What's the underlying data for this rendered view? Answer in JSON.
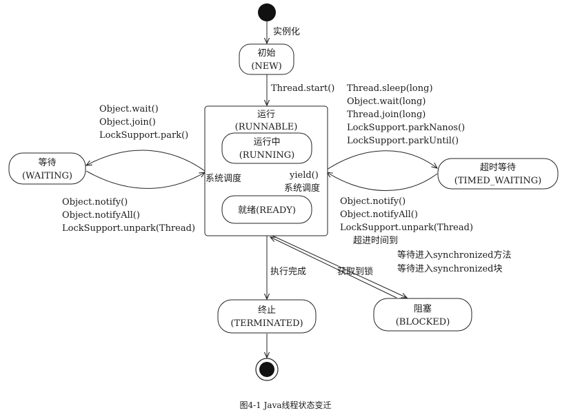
{
  "states": {
    "new": {
      "line1": "初始",
      "line2": "(NEW)"
    },
    "runnable": {
      "line1": "运行",
      "line2": "(RUNNABLE)"
    },
    "running": {
      "line1": "运行中",
      "line2": "(RUNNING)"
    },
    "ready": {
      "label": "就绪(READY)"
    },
    "waiting": {
      "line1": "等待",
      "line2": "(WAITING)"
    },
    "timed_waiting": {
      "line1": "超时等待",
      "line2": "(TIMED_WAITING)"
    },
    "terminated": {
      "line1": "终止",
      "line2": "(TERMINATED)"
    },
    "blocked": {
      "line1": "阻塞",
      "line2": "(BLOCKED)"
    }
  },
  "transitions": {
    "instantiate": "实例化",
    "thread_start": "Thread.start()",
    "to_waiting": [
      "Object.wait()",
      "Object.join()",
      "LockSupport.park()"
    ],
    "from_waiting": [
      "Object.notify()",
      "Object.notifyAll()",
      "LockSupport.unpark(Thread)"
    ],
    "to_timed_waiting": [
      "Thread.sleep(long)",
      "Object.wait(long)",
      "Thread.join(long)",
      "LockSupport.parkNanos()",
      "LockSupport.parkUntil()"
    ],
    "from_timed_waiting": [
      "Object.notify()",
      "Object.notifyAll()",
      "LockSupport.unpark(Thread)"
    ],
    "timeout": "超进时间到",
    "system_schedule_left": "系统调度",
    "yield": "yield()",
    "system_schedule_right": "系统调度",
    "finish": "执行完成",
    "acquire_lock": "获取到锁",
    "to_blocked": [
      "等待进入synchronized方法",
      "等待进入synchronized块"
    ]
  },
  "caption": "图4-1   Java线程状态变迁"
}
